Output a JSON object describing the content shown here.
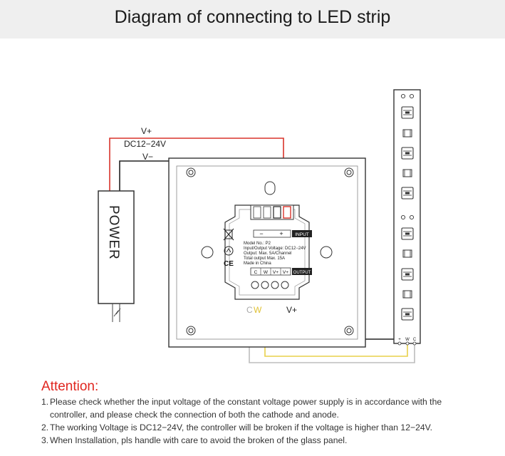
{
  "title": "Diagram of connecting to LED strip",
  "diagram": {
    "power_supply": {
      "label": "POWER"
    },
    "wire_labels": {
      "v_plus": "V+",
      "supply_voltage": "DC12−24V",
      "v_minus": "V−",
      "c": "C",
      "w": "W",
      "v_plus_out": "V+"
    },
    "controller": {
      "input_terminals": [
        "−",
        "+"
      ],
      "input_label": "INPUT",
      "output_terminals": [
        "C",
        "W",
        "V+",
        "V+"
      ],
      "output_label": "OUTPUT",
      "specs": [
        "Model No.: P2",
        "Input/Output Voltage: DC12−24V",
        "Output: Max. 5A/Channel",
        "Total output Max. 15A",
        "Made in China"
      ],
      "ce_mark": "CE"
    },
    "strip_terminals": [
      "+",
      "W",
      "C"
    ]
  },
  "attention": {
    "title": "Attention:",
    "notes": [
      {
        "num": "1.",
        "lines": [
          "Please check whether the input voltage of the constant voltage power supply is in accordance with the",
          "controller, and please check the connection of both the cathode and anode."
        ]
      },
      {
        "num": "2.",
        "lines": [
          "The working Voltage is DC12−24V, the controller will be broken if the voltage is higher than 12−24V."
        ]
      },
      {
        "num": "3.",
        "lines": [
          "When Installation, pls handle with care to avoid the broken of the glass panel."
        ]
      }
    ]
  },
  "colors": {
    "title_band": "#efefef",
    "wire_positive": "#d9342b",
    "wire_negative": "#222222",
    "wire_w": "#e8d04a",
    "wire_c": "#bdbdbd",
    "attention": "#e0261f"
  }
}
